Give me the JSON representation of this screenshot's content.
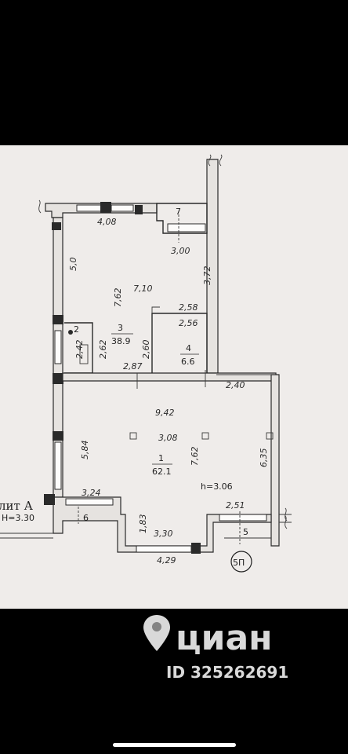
{
  "plan": {
    "dimensions": {
      "top_left_wall": "4,08",
      "left_upper_wall": "5,0",
      "room7_width": "3,00",
      "right_upper_wall": "3,72",
      "room3_width": "7,10",
      "room3_height": "7,62",
      "room4_top": "2,58",
      "room4_inner": "2,56",
      "room2_height_a": "2,42",
      "room2_height_b": "2,62",
      "room4_height": "2,60",
      "partition_width": "2,87",
      "right_offset": "2,40",
      "room1_width": "9,42",
      "left_lower_wall": "5,84",
      "room1_mid": "3,08",
      "room1_height": "7,62",
      "right_lower_wall": "6,35",
      "bottom_left": "3,24",
      "bottom_right": "2,51",
      "bay_side": "1,83",
      "bay_inner": "3,30",
      "bay_outer": "4,29"
    },
    "rooms": [
      {
        "number": "1",
        "area": "62.1"
      },
      {
        "number": "2",
        "area": ""
      },
      {
        "number": "3",
        "area": "38.9"
      },
      {
        "number": "4",
        "area": "6.6"
      },
      {
        "number": "5",
        "area": ""
      },
      {
        "number": "6",
        "area": ""
      },
      {
        "number": "7",
        "area": ""
      }
    ],
    "ceiling_height": "h=3.06",
    "section_label": "лит А",
    "section_height": "H=3.30",
    "plan_tag": "5П"
  },
  "watermark": {
    "brand": "циан",
    "id_text": "ID 325262691"
  }
}
